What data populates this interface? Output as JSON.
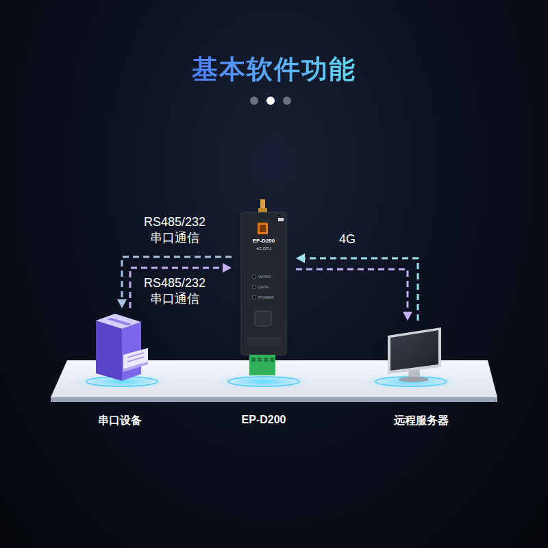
{
  "diagram": {
    "title": "基本软件功能",
    "nodes": [
      {
        "text": [
          "串口设备"
        ]
      },
      {
        "text": [
          "EP-D200"
        ]
      },
      {
        "text": [
          "远程服务器"
        ]
      }
    ],
    "edges": [
      {
        "from": 1,
        "to": 0,
        "arrow": "to",
        "label": "RS485/232 串口通信"
      },
      {
        "from": 0,
        "to": 1,
        "arrow": "to",
        "label": "RS485/232 串口通信"
      },
      {
        "from": 2,
        "to": 1,
        "arrow": "to",
        "label": "4G"
      },
      {
        "from": 1,
        "to": 2,
        "arrow": "to"
      }
    ],
    "labels": [
      "EP-D200",
      "4G DTU",
      "WORK",
      "DATA",
      "POWER"
    ]
  }
}
